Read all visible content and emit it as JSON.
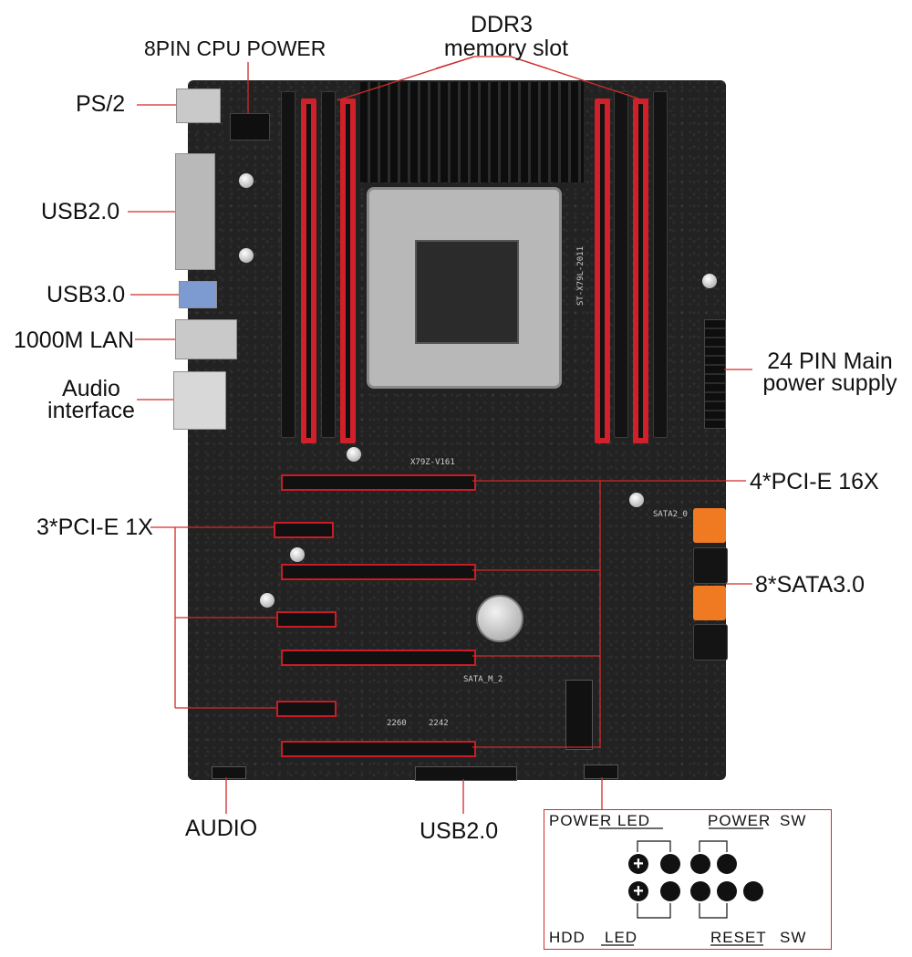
{
  "labels": {
    "ddr3": "DDR3",
    "ddr3_sub": "memory slot",
    "cpu_power": "8PIN CPU POWER",
    "ps2": "PS/2",
    "usb20_rear": "USB2.0",
    "usb30": "USB3.0",
    "lan": "1000M LAN",
    "audio_interface_1": "Audio",
    "audio_interface_2": "interface",
    "main_power_1": "24 PIN Main",
    "main_power_2": "power supply",
    "pcie16": "4*PCI-E 16X",
    "pcie1": "3*PCI-E 1X",
    "sata": "8*SATA3.0",
    "audio_header": "AUDIO",
    "usb20_header": "USB2.0"
  },
  "board_text": {
    "model": "X79Z-V161",
    "chip": "ST-X79L-2011",
    "sata0": "SATA2_0",
    "m2a": "SATA_M_2",
    "m2b": "2260",
    "m2c": "2242"
  },
  "front_panel": {
    "power_led": "POWER  LED",
    "power_sw_1": "POWER",
    "power_sw_2": "SW",
    "hdd_led_1": "HDD",
    "hdd_led_2": "LED",
    "reset_sw_1": "RESET",
    "reset_sw_2": "SW"
  },
  "colors": {
    "leader": "#d02a2a",
    "board": "#232222",
    "slot_red": "#d0202a",
    "sata_orange": "#f07a22"
  }
}
